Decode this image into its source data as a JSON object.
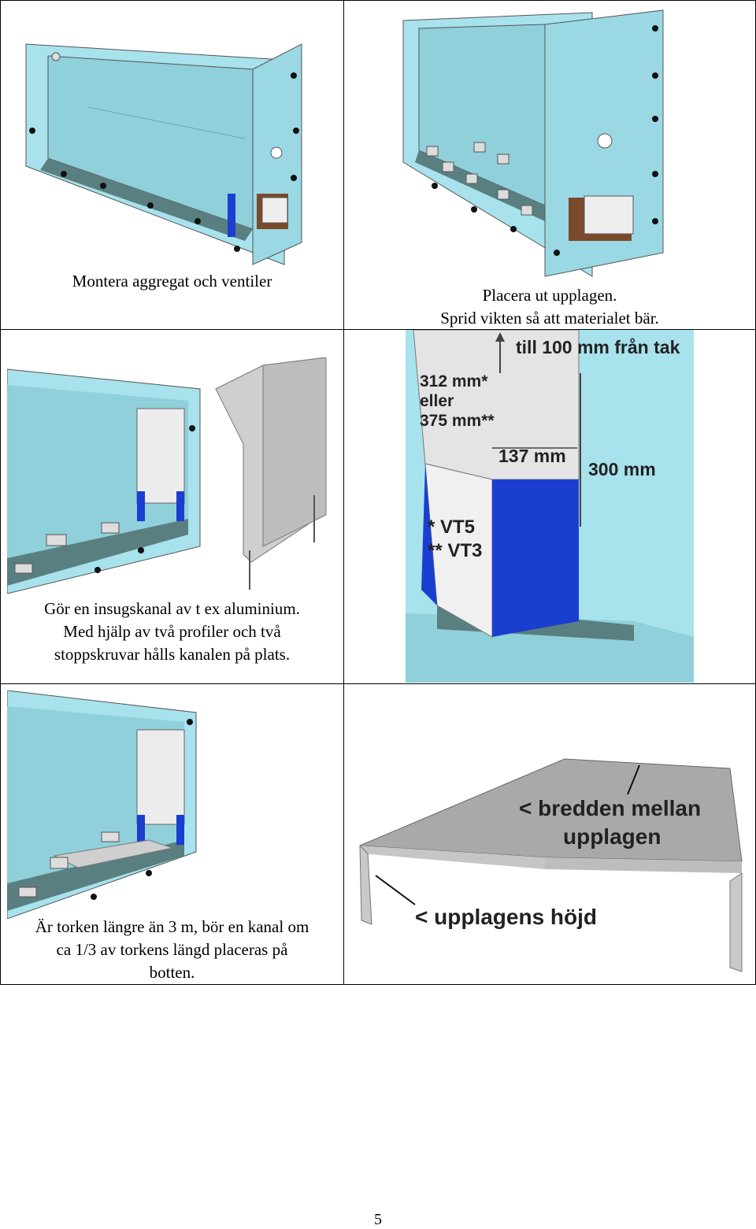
{
  "page_number": "5",
  "panels": {
    "p1": {
      "caption": "Montera aggregat och ventiler"
    },
    "p2": {
      "caption_1": "Placera ut upplagen.",
      "caption_2": "Sprid vikten så att materialet bär."
    },
    "p3": {
      "caption_1": "Gör en insugskanal av t ex aluminium.",
      "caption_2": "Med hjälp av två profiler och två",
      "caption_3": "stoppskruvar hålls kanalen på plats."
    },
    "p4": {
      "label_top": "till 100 mm från tak",
      "label_312": "312 mm*",
      "label_eller": "eller",
      "label_375": "375 mm**",
      "label_137": "137 mm",
      "label_300": "300 mm",
      "label_vt5": "*  VT5",
      "label_vt3": "** VT3"
    },
    "p5": {
      "caption_1": "Är torken längre än 3 m, bör en kanal om",
      "caption_2": "ca 1/3 av torkens längd placeras på",
      "caption_3": "botten."
    },
    "p6": {
      "label_bredden_1": "< bredden mellan",
      "label_bredden_2": "upplagen",
      "label_hojd": "< upplagens höjd"
    }
  },
  "colors": {
    "cabinet": "#a8e2ec",
    "cabinet_dark": "#6fb7c4",
    "floor": "#5a7f80",
    "duct_blue": "#1a3fd0",
    "metal": "#c9c9c9"
  }
}
